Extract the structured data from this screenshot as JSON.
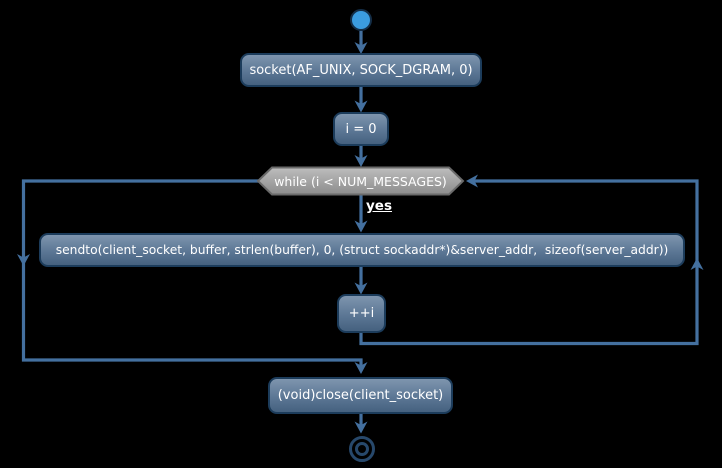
{
  "diagram": {
    "type": "activity-flowchart",
    "background": "#000000",
    "colors": {
      "node_fill_top": "#7e95ae",
      "node_fill_bottom": "#45617f",
      "node_border": "#1c3c5b",
      "node_text": "#ffffff",
      "condition_fill_top": "#bdbdbd",
      "condition_fill_bottom": "#8c8c8c",
      "condition_border": "#6a6a6a",
      "arrow": "#44709f",
      "start_fill": "#3b9ce0",
      "start_border": "#142e48",
      "end_ring": "#27486b"
    },
    "nodes": {
      "start": {
        "kind": "start-circle"
      },
      "socket_call": {
        "label": "socket(AF_UNIX, SOCK_DGRAM, 0)"
      },
      "init_counter": {
        "label": "i = 0"
      },
      "while_condition": {
        "label": "while (i < NUM_MESSAGES)"
      },
      "sendto_call": {
        "label": "sendto(client_socket, buffer, strlen(buffer), 0, (struct sockaddr*)&server_addr,  sizeof(server_addr))"
      },
      "increment": {
        "label": "++i"
      },
      "close_call": {
        "label": "(void)close(client_socket)"
      },
      "end": {
        "kind": "end-double-circle"
      }
    },
    "edges": {
      "loop_true_label": "yes"
    }
  }
}
